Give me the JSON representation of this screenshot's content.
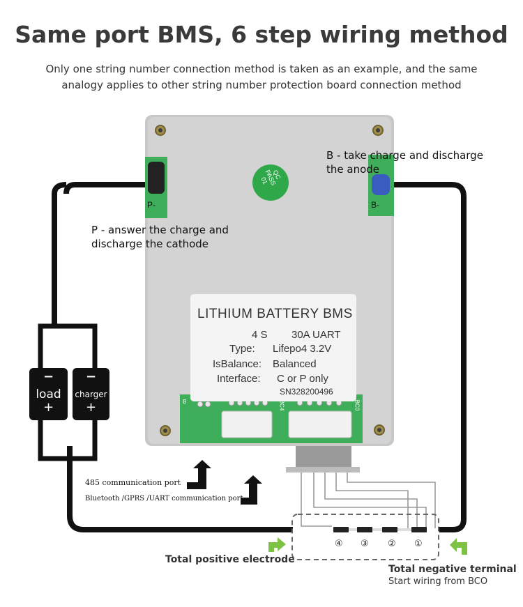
{
  "title": "Same port BMS, 6 step wiring method",
  "subtitle_line1": "Only one string number connection method is taken as an example, and the same",
  "subtitle_line2": "analogy applies to other string number protection board connection method",
  "labels": {
    "b_line1": "B - take charge and discharge",
    "b_line2": "the anode",
    "p_line1": "P - answer the charge and",
    "p_line2": "discharge the cathode",
    "port_485": "485 communication port",
    "port_bt": "Bluetooth /GPRS /UART communication port",
    "total_positive": "Total positive electrode",
    "total_negative": "Total negative terminal",
    "start_wiring": "Start wiring from BCO"
  },
  "board": {
    "qc_line1": "QC",
    "qc_line2": "PASS",
    "qc_line3": "01",
    "pad_p": "P-",
    "pad_b": "B-",
    "conn_b": "B",
    "conn_bc4": "BC4",
    "conn_bc0": "BC0"
  },
  "sticker": {
    "title": "LITHIUM BATTERY BMS",
    "series": "4  S",
    "current": "30A UART",
    "type_label": "Type:",
    "type_value": "Lifepo4 3.2V",
    "balance_label": "IsBalance:",
    "balance_value": "Balanced",
    "interface_label": "Interface:",
    "interface_value": "C or P only",
    "serial": "SN328200496"
  },
  "devices": {
    "load_label": "load",
    "charger_label": "charger",
    "minus": "−",
    "plus": "+"
  },
  "cells": [
    "④",
    "③",
    "②",
    "①"
  ],
  "colors": {
    "board": "#c9c9c9",
    "pcb": "#3fae5a",
    "wire": "#111111",
    "accent_green": "#7dc242",
    "pad_blue": "#3a5bc0"
  }
}
